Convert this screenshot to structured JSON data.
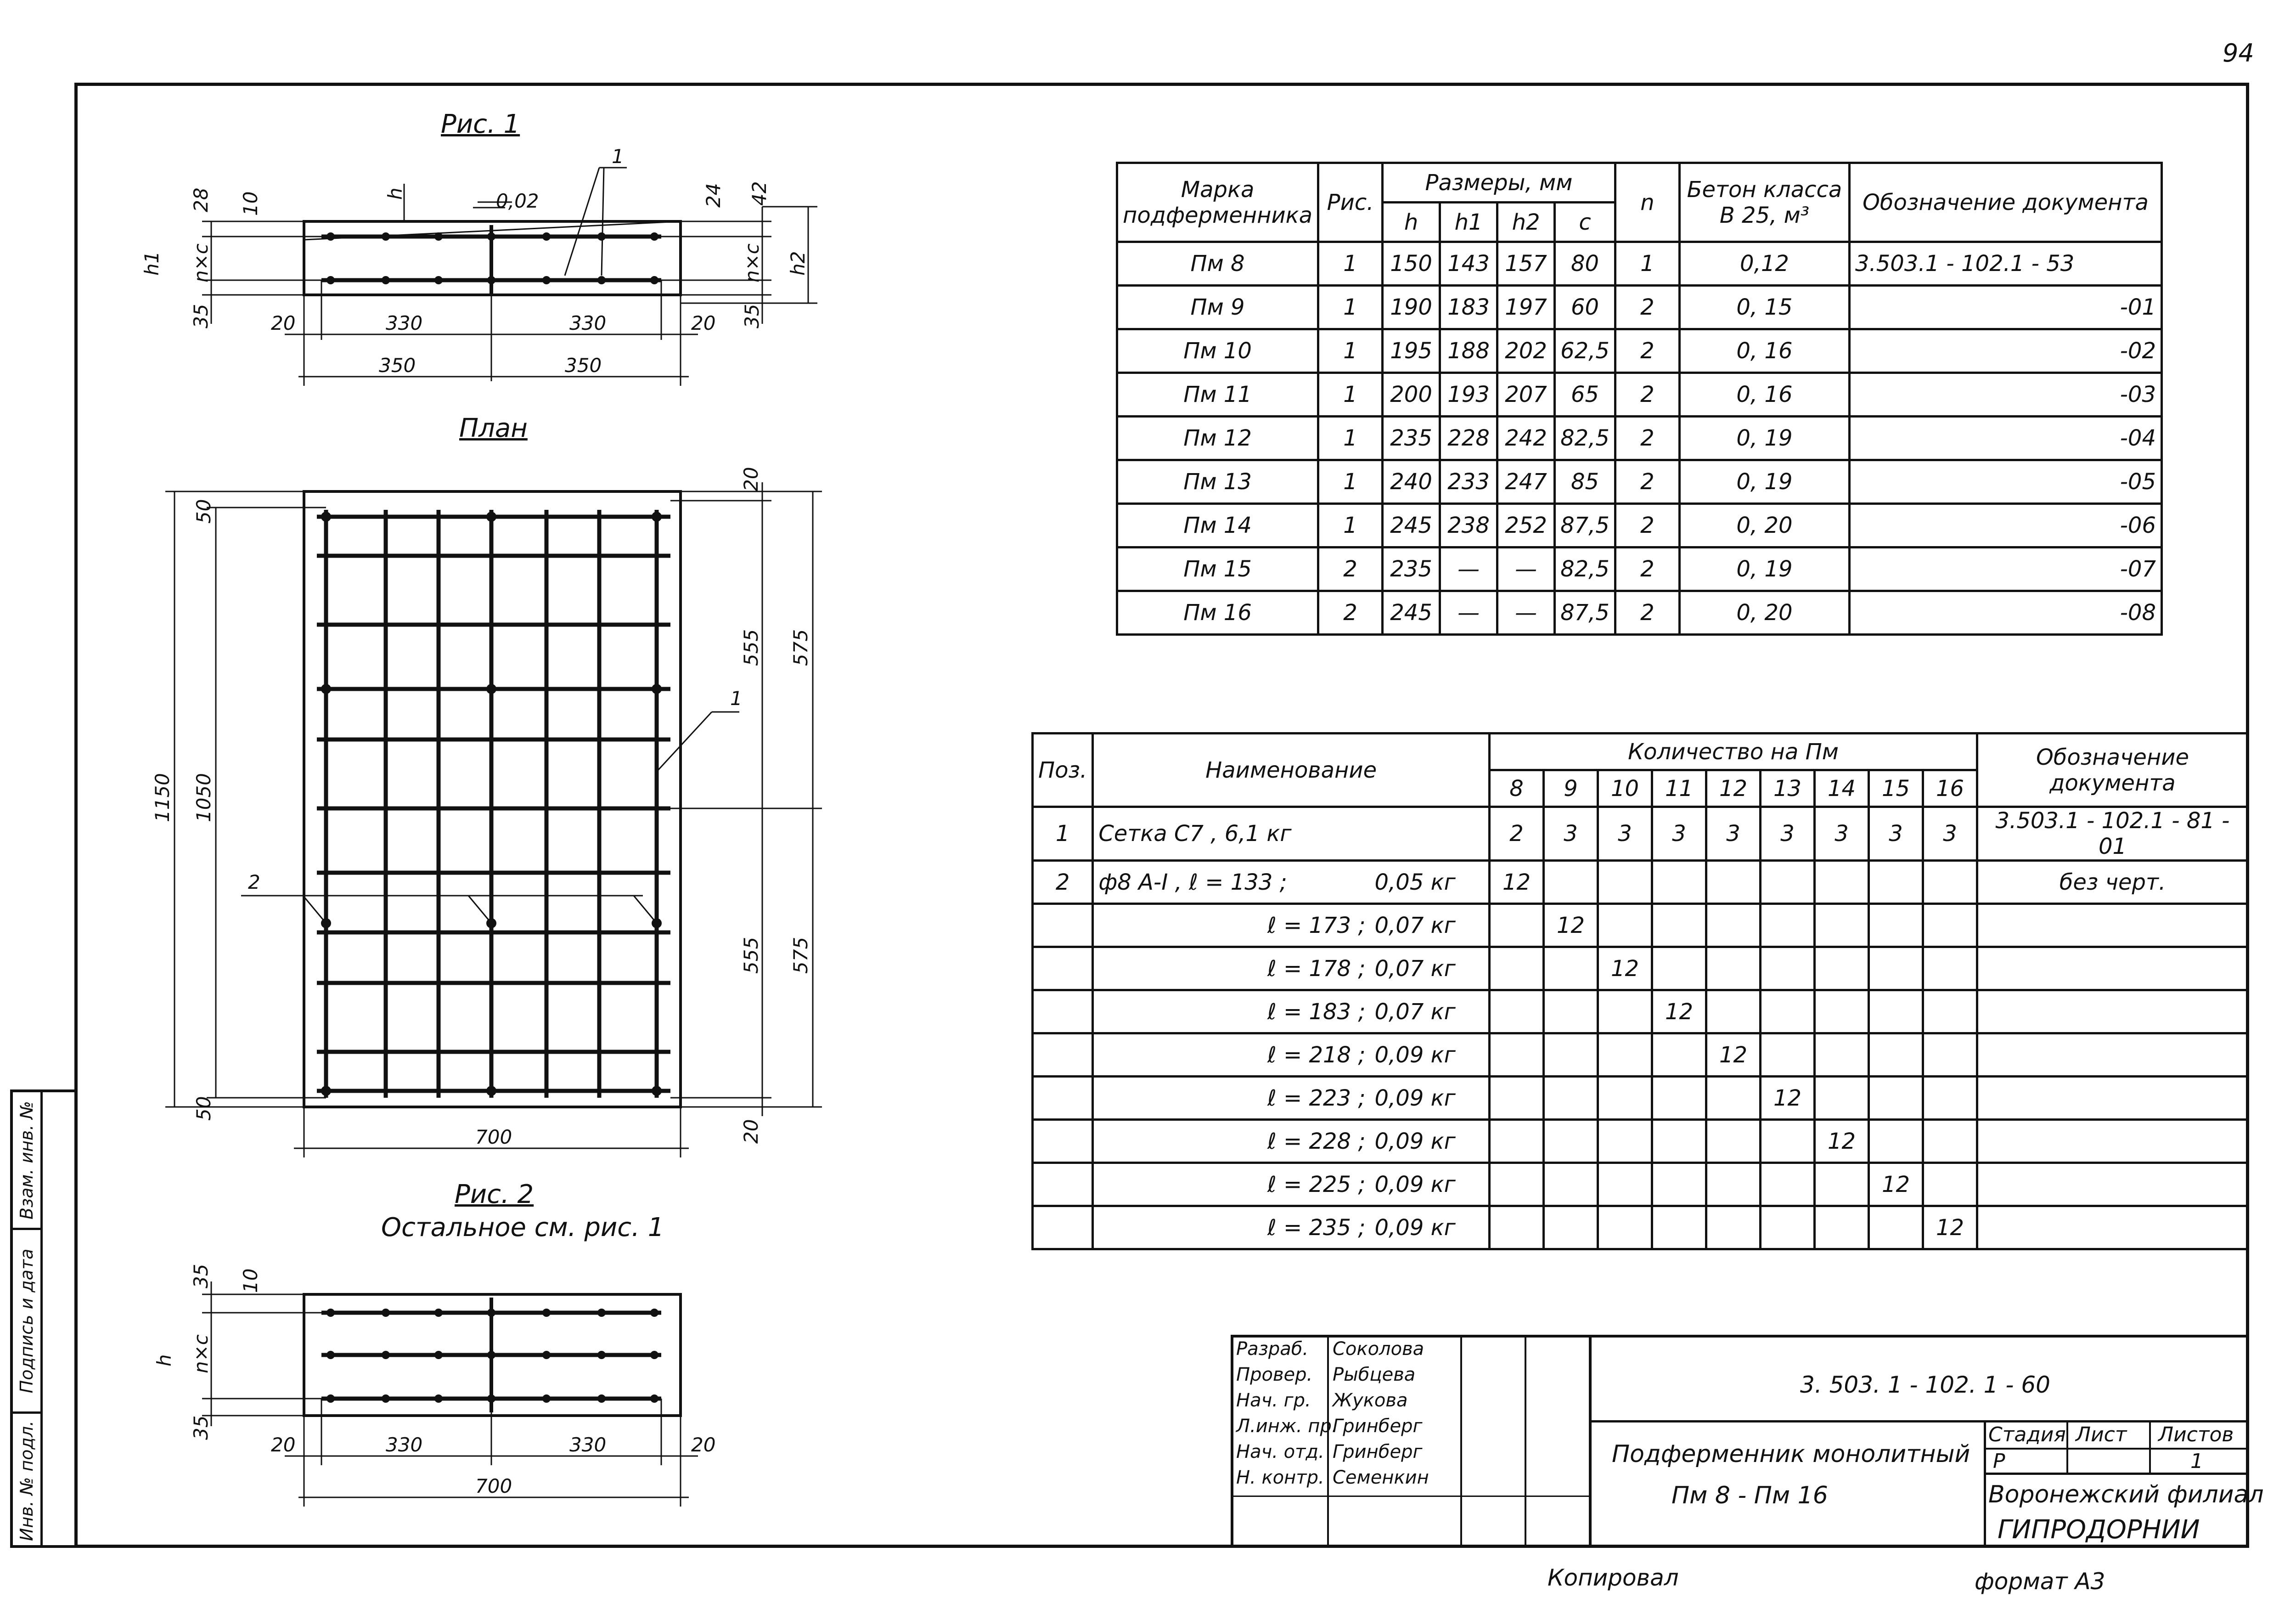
{
  "page_number": "94",
  "side_strip": {
    "inv_podl": "Инв. № подл.",
    "podpis_data": "Подпись и дата",
    "vzam_inv": "Взам. инв. №"
  },
  "fig1": {
    "title": "Рис. 1",
    "dims": {
      "top_28": "28",
      "top_10": "10",
      "h": "h",
      "slope": "0,02",
      "top_24": "24",
      "top_42": "42",
      "h1": "h1",
      "nxc_left": "n×c",
      "nxc_right": "n×c",
      "h2": "h2",
      "d35_left": "35",
      "d35_right": "35",
      "d20_left": "20",
      "d330_a": "330",
      "d330_b": "330",
      "d20_right": "20",
      "d350_a": "350",
      "d350_b": "350",
      "leader_1": "1"
    }
  },
  "plan": {
    "title": "План",
    "dims": {
      "d50_top": "50",
      "d50_bottom": "50",
      "d1150": "1150",
      "d1050": "1050",
      "d20_top": "20",
      "d20_bottom": "20",
      "d555_a": "555",
      "d575_a": "575",
      "d555_b": "555",
      "d575_b": "575",
      "d700": "700",
      "leader_1": "1",
      "leader_2": "2"
    }
  },
  "fig2": {
    "title": "Рис. 2",
    "subtitle": "Остальное  см. рис. 1",
    "dims": {
      "d35_top": "35",
      "d10": "10",
      "h": "h",
      "nxc": "n×c",
      "d35_bottom": "35",
      "d20_left": "20",
      "d330_a": "330",
      "d330_b": "330",
      "d20_right": "20",
      "d700": "700"
    }
  },
  "marks_table": {
    "headers": {
      "mark": "Марка подферменника",
      "fig": "Рис.",
      "sizes": "Размеры, мм",
      "h": "h",
      "h1": "h1",
      "h2": "h2",
      "c": "c",
      "n": "n",
      "concrete": "Бетон класса В 25, м³",
      "doc": "Обозначение документа"
    },
    "rows": [
      {
        "mark": "Пм 8",
        "fig": "1",
        "h": "150",
        "h1": "143",
        "h2": "157",
        "c": "80",
        "n": "1",
        "vol": "0,12",
        "doc": "3.503.1 - 102.1 - 53"
      },
      {
        "mark": "Пм 9",
        "fig": "1",
        "h": "190",
        "h1": "183",
        "h2": "197",
        "c": "60",
        "n": "2",
        "vol": "0, 15",
        "doc": "-01"
      },
      {
        "mark": "Пм 10",
        "fig": "1",
        "h": "195",
        "h1": "188",
        "h2": "202",
        "c": "62,5",
        "n": "2",
        "vol": "0, 16",
        "doc": "-02"
      },
      {
        "mark": "Пм 11",
        "fig": "1",
        "h": "200",
        "h1": "193",
        "h2": "207",
        "c": "65",
        "n": "2",
        "vol": "0, 16",
        "doc": "-03"
      },
      {
        "mark": "Пм 12",
        "fig": "1",
        "h": "235",
        "h1": "228",
        "h2": "242",
        "c": "82,5",
        "n": "2",
        "vol": "0, 19",
        "doc": "-04"
      },
      {
        "mark": "Пм 13",
        "fig": "1",
        "h": "240",
        "h1": "233",
        "h2": "247",
        "c": "85",
        "n": "2",
        "vol": "0, 19",
        "doc": "-05"
      },
      {
        "mark": "Пм 14",
        "fig": "1",
        "h": "245",
        "h1": "238",
        "h2": "252",
        "c": "87,5",
        "n": "2",
        "vol": "0, 20",
        "doc": "-06"
      },
      {
        "mark": "Пм 15",
        "fig": "2",
        "h": "235",
        "h1": "—",
        "h2": "—",
        "c": "82,5",
        "n": "2",
        "vol": "0, 19",
        "doc": "-07"
      },
      {
        "mark": "Пм 16",
        "fig": "2",
        "h": "245",
        "h1": "—",
        "h2": "—",
        "c": "87,5",
        "n": "2",
        "vol": "0, 20",
        "doc": "-08"
      }
    ]
  },
  "spec_table": {
    "headers": {
      "pos": "Поз.",
      "name": "Наименование",
      "qty": "Количество  на  Пм",
      "cols": [
        "8",
        "9",
        "10",
        "11",
        "12",
        "13",
        "14",
        "15",
        "16"
      ],
      "doc": "Обозначение документа"
    },
    "rows": [
      {
        "pos": "1",
        "name": "Сетка С7 ,  6,1 кг",
        "mass": "",
        "q": [
          "2",
          "3",
          "3",
          "3",
          "3",
          "3",
          "3",
          "3",
          "3"
        ],
        "doc": "3.503.1 - 102.1 - 81 - 01"
      },
      {
        "pos": "2",
        "name": "ф8 А-I ,   ℓ = 133 ;",
        "mass": "0,05 кг",
        "q": [
          "12",
          "",
          "",
          "",
          "",
          "",
          "",
          "",
          ""
        ],
        "doc": "без черт."
      },
      {
        "pos": "",
        "name": "ℓ = 173 ;",
        "mass": "0,07 кг",
        "q": [
          "",
          "12",
          "",
          "",
          "",
          "",
          "",
          "",
          ""
        ],
        "doc": ""
      },
      {
        "pos": "",
        "name": "ℓ = 178 ;",
        "mass": "0,07 кг",
        "q": [
          "",
          "",
          "12",
          "",
          "",
          "",
          "",
          "",
          ""
        ],
        "doc": ""
      },
      {
        "pos": "",
        "name": "ℓ = 183 ;",
        "mass": "0,07 кг",
        "q": [
          "",
          "",
          "",
          "12",
          "",
          "",
          "",
          "",
          ""
        ],
        "doc": ""
      },
      {
        "pos": "",
        "name": "ℓ = 218 ;",
        "mass": "0,09 кг",
        "q": [
          "",
          "",
          "",
          "",
          "12",
          "",
          "",
          "",
          ""
        ],
        "doc": ""
      },
      {
        "pos": "",
        "name": "ℓ = 223 ;",
        "mass": "0,09 кг",
        "q": [
          "",
          "",
          "",
          "",
          "",
          "12",
          "",
          "",
          ""
        ],
        "doc": ""
      },
      {
        "pos": "",
        "name": "ℓ = 228 ;",
        "mass": "0,09 кг",
        "q": [
          "",
          "",
          "",
          "",
          "",
          "",
          "12",
          "",
          ""
        ],
        "doc": ""
      },
      {
        "pos": "",
        "name": "ℓ = 225 ;",
        "mass": "0,09 кг",
        "q": [
          "",
          "",
          "",
          "",
          "",
          "",
          "",
          "12",
          ""
        ],
        "doc": ""
      },
      {
        "pos": "",
        "name": "ℓ = 235 ;",
        "mass": "0,09 кг",
        "q": [
          "",
          "",
          "",
          "",
          "",
          "",
          "",
          "",
          "12"
        ],
        "doc": ""
      }
    ]
  },
  "title_block": {
    "roles": [
      {
        "role": "Разраб.",
        "name": "Соколова"
      },
      {
        "role": "Провер.",
        "name": "Рыбцева"
      },
      {
        "role": "Нач. гр.",
        "name": "Жукова"
      },
      {
        "role": "Л.инж. пр.",
        "name": "Гринберг"
      },
      {
        "role": "Нач. отд.",
        "name": "Гринберг"
      },
      {
        "role": "Н. контр.",
        "name": "Семенкин"
      }
    ],
    "code": "3. 503. 1 - 102. 1 - 60",
    "name_line1": "Подферменник  монолитный",
    "name_line2": "Пм 8  -  Пм 16",
    "stage_label": "Стадия",
    "sheet_label": "Лист",
    "sheets_label": "Листов",
    "stage": "Р",
    "sheets": "1",
    "org_line1": "Воронежский  филиал",
    "org_line2": "ГИПРОДОРНИИ"
  },
  "footer": {
    "copied": "Копировал",
    "format": "формат  А3"
  }
}
